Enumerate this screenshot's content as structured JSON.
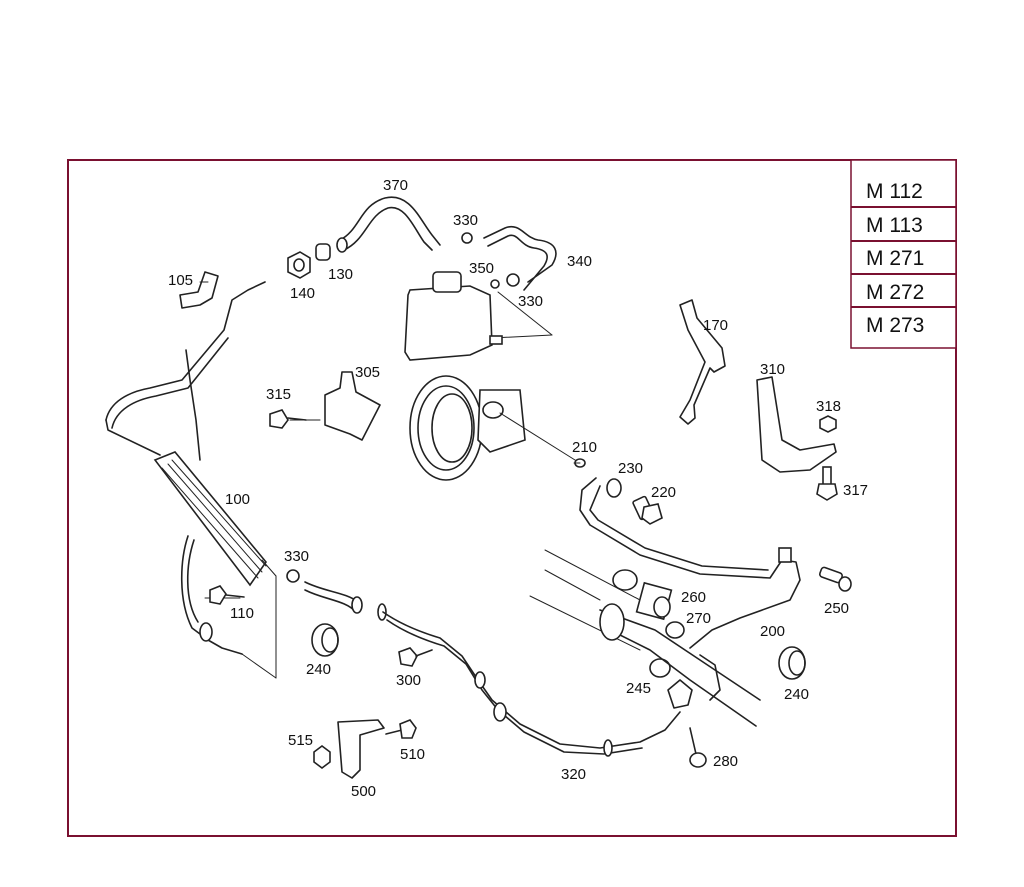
{
  "engine_table": [
    "M 112",
    "M 113",
    "M 271",
    "M 272",
    "M 273"
  ],
  "callouts": {
    "c100": "100",
    "c105": "105",
    "c110": "110",
    "c130": "130",
    "c140": "140",
    "c170": "170",
    "c200": "200",
    "c210": "210",
    "c220": "220",
    "c230": "230",
    "c240a": "240",
    "c240b": "240",
    "c245": "245",
    "c250": "250",
    "c260": "260",
    "c270": "270",
    "c280": "280",
    "c300": "300",
    "c305": "305",
    "c310": "310",
    "c315": "315",
    "c317": "317",
    "c318": "318",
    "c320": "320",
    "c330a": "330",
    "c330b": "330",
    "c330c": "330",
    "c340": "340",
    "c350": "350",
    "c370": "370",
    "c500": "500",
    "c510": "510",
    "c515": "515"
  },
  "colors": {
    "frame": "#7a1030",
    "line": "#222222"
  }
}
